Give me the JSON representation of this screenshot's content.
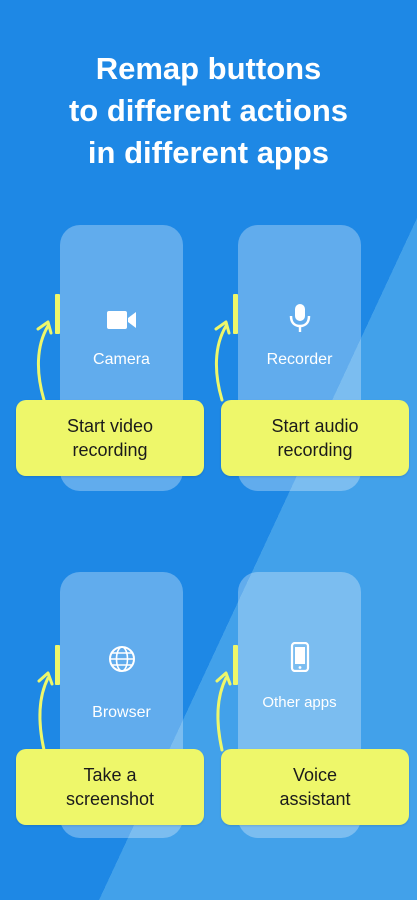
{
  "headline": "Remap buttons\nto different actions\nin different apps",
  "colors": {
    "background": "#1e88e5",
    "accent": "#eef76a",
    "phone": "#7fbcef"
  },
  "cards": [
    {
      "app_label": "Camera",
      "icon": "video-camera-icon",
      "action": "Start video\nrecording"
    },
    {
      "app_label": "Recorder",
      "icon": "microphone-icon",
      "action": "Start audio\nrecording"
    },
    {
      "app_label": "Browser",
      "icon": "globe-icon",
      "action": "Take a\nscreenshot"
    },
    {
      "app_label": "Other apps",
      "icon": "phone-apps-icon",
      "action": "Voice\nassistant"
    }
  ]
}
